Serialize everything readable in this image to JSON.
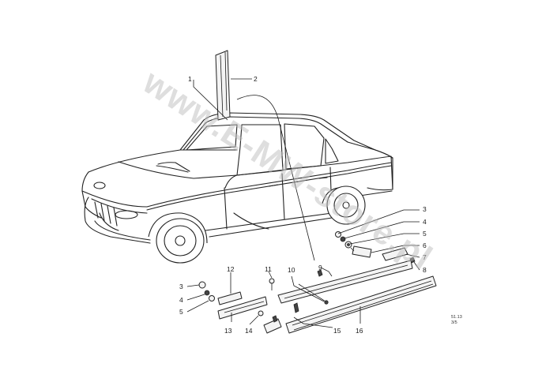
{
  "diagram": {
    "watermark": "www.E-MW-store.pl",
    "reference_code": [
      "51.13",
      "3/5"
    ],
    "callouts": [
      {
        "label": "1"
      },
      {
        "label": "2"
      },
      {
        "label": "3"
      },
      {
        "label": "4"
      },
      {
        "label": "5"
      },
      {
        "label": "6"
      },
      {
        "label": "7"
      },
      {
        "label": "8"
      },
      {
        "label": "9"
      },
      {
        "label": "10"
      },
      {
        "label": "11"
      },
      {
        "label": "12"
      },
      {
        "label": "13"
      },
      {
        "label": "14"
      },
      {
        "label": "15"
      },
      {
        "label": "16"
      },
      {
        "label": "3"
      },
      {
        "label": "4"
      },
      {
        "label": "5"
      }
    ]
  }
}
